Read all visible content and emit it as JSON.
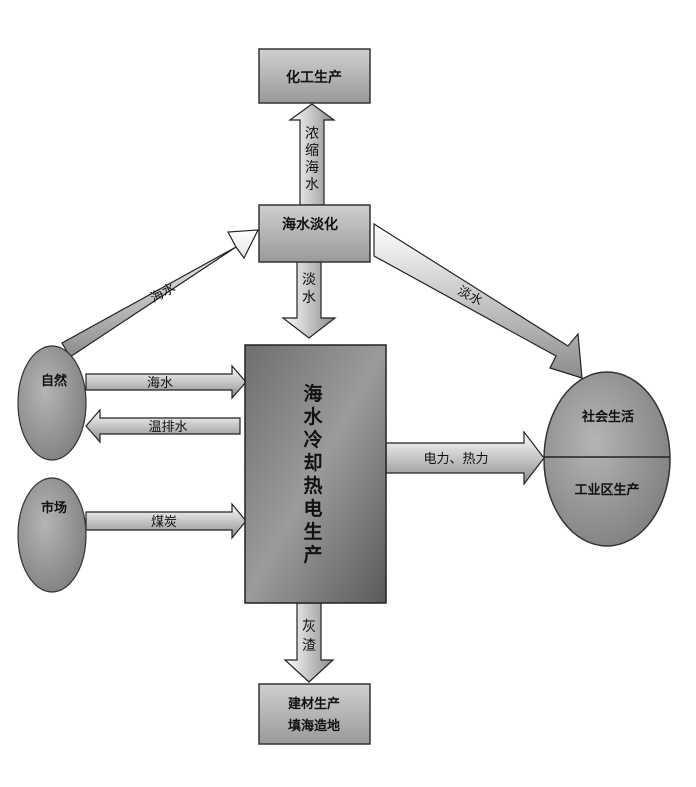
{
  "nodes": {
    "chem": "化工生产",
    "desal": "海水淡化",
    "plant": [
      "海",
      "水",
      "冷",
      "却",
      "热",
      "电",
      "生",
      "产"
    ],
    "nature": "自然",
    "market": "市场",
    "society": "社会生活",
    "industry": "工业区生产",
    "building": [
      "建材生产",
      "填海造地"
    ]
  },
  "arrows": {
    "brine": [
      "浓",
      "缩",
      "海",
      "水"
    ],
    "fresh_down": [
      "淡",
      "水"
    ],
    "fresh_right": "淡水",
    "seawater_up": "海水",
    "seawater_in": "海水",
    "warm_drain": "温排水",
    "coal": "煤炭",
    "power_heat": "电力、热力",
    "ash": [
      "灰",
      "渣"
    ]
  }
}
